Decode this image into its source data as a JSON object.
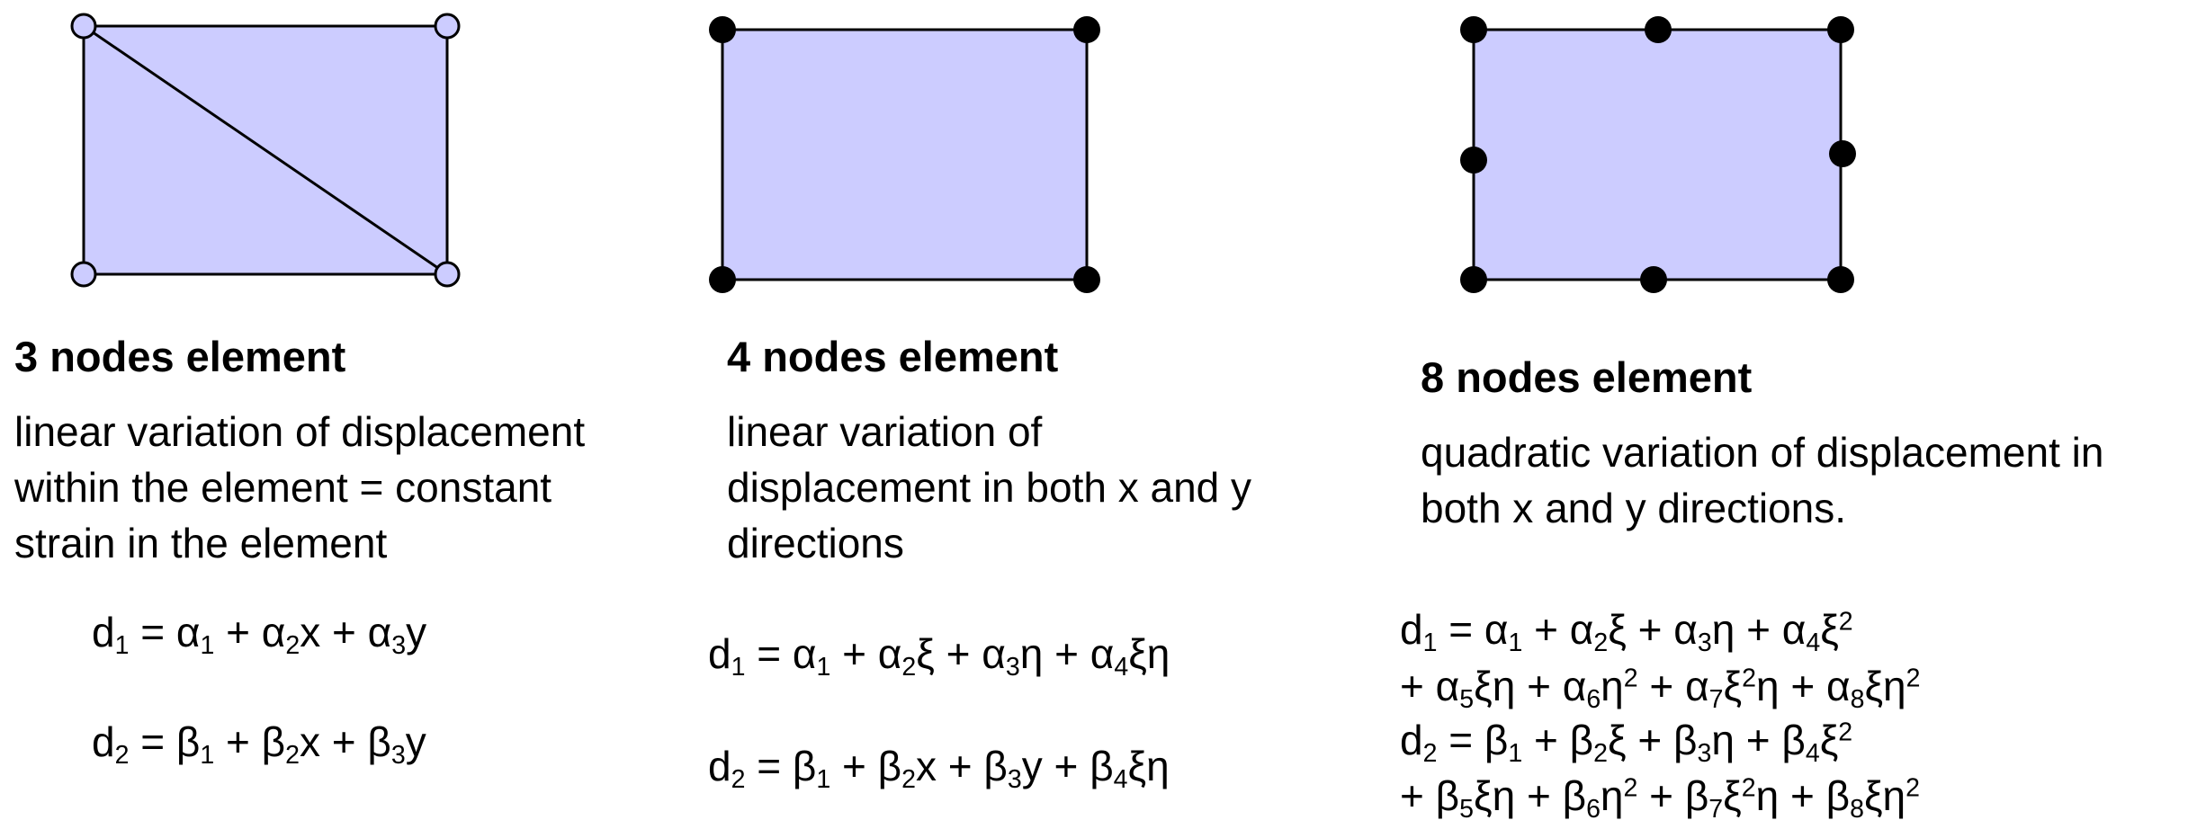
{
  "colors": {
    "fill": "#ccccff",
    "stroke": "#000000",
    "open_node": "#ccccff",
    "solid_node": "#000000"
  },
  "elements": [
    {
      "title": "3 nodes element",
      "description": [
        "linear variation of displacement",
        "within the element = constant",
        "strain in the element"
      ],
      "equations": [
        {
          "parts": [
            [
              "d",
              ""
            ],
            [
              "1",
              "sub"
            ],
            [
              " = ",
              ""
            ],
            [
              "α",
              ""
            ],
            [
              "1",
              "sub"
            ],
            [
              " + ",
              ""
            ],
            [
              "α",
              ""
            ],
            [
              "2",
              "sub"
            ],
            [
              "x + ",
              ""
            ],
            [
              "α",
              ""
            ],
            [
              "3",
              "sub"
            ],
            [
              "y",
              ""
            ]
          ]
        },
        {
          "parts": [
            [
              "d",
              ""
            ],
            [
              "2",
              "sub"
            ],
            [
              " = ",
              ""
            ],
            [
              "β",
              ""
            ],
            [
              "1",
              "sub"
            ],
            [
              " + ",
              ""
            ],
            [
              "β",
              ""
            ],
            [
              "2",
              "sub"
            ],
            [
              "x + ",
              ""
            ],
            [
              "β",
              ""
            ],
            [
              "3",
              "sub"
            ],
            [
              "y",
              ""
            ]
          ]
        }
      ]
    },
    {
      "title": "4 nodes element",
      "description": [
        "linear variation of",
        "displacement in both x and y",
        "directions"
      ],
      "equations": [
        {
          "parts": [
            [
              "d",
              ""
            ],
            [
              "1",
              "sub"
            ],
            [
              " = ",
              ""
            ],
            [
              "α",
              ""
            ],
            [
              "1",
              "sub"
            ],
            [
              " + ",
              ""
            ],
            [
              "α",
              ""
            ],
            [
              "2",
              "sub"
            ],
            [
              "ξ + ",
              ""
            ],
            [
              "α",
              ""
            ],
            [
              "3",
              "sub"
            ],
            [
              "η + ",
              ""
            ],
            [
              "α",
              ""
            ],
            [
              "4",
              "sub"
            ],
            [
              "ξη",
              ""
            ]
          ]
        },
        {
          "parts": [
            [
              "d",
              ""
            ],
            [
              "2",
              "sub"
            ],
            [
              " = ",
              ""
            ],
            [
              "β",
              ""
            ],
            [
              "1",
              "sub"
            ],
            [
              " + ",
              ""
            ],
            [
              "β",
              ""
            ],
            [
              "2",
              "sub"
            ],
            [
              "x + ",
              ""
            ],
            [
              "β",
              ""
            ],
            [
              "3",
              "sub"
            ],
            [
              "y + ",
              ""
            ],
            [
              "β",
              ""
            ],
            [
              "4",
              "sub"
            ],
            [
              "ξη",
              ""
            ]
          ]
        }
      ]
    },
    {
      "title": "8 nodes element",
      "description": [
        "quadratic variation of displacement in",
        "both x and y directions."
      ],
      "equations": [
        {
          "parts": [
            [
              "d",
              ""
            ],
            [
              "1",
              "sub"
            ],
            [
              " = ",
              ""
            ],
            [
              "α",
              ""
            ],
            [
              "1",
              "sub"
            ],
            [
              " + ",
              ""
            ],
            [
              "α",
              ""
            ],
            [
              "2",
              "sub"
            ],
            [
              "ξ + ",
              ""
            ],
            [
              "α",
              ""
            ],
            [
              "3",
              "sub"
            ],
            [
              "η + ",
              ""
            ],
            [
              "α",
              ""
            ],
            [
              "4",
              "sub"
            ],
            [
              "ξ",
              ""
            ],
            [
              "2",
              "sup"
            ]
          ]
        },
        {
          "parts": [
            [
              "+ ",
              ""
            ],
            [
              "α",
              ""
            ],
            [
              "5",
              "sub"
            ],
            [
              "ξη + ",
              ""
            ],
            [
              "α",
              ""
            ],
            [
              "6",
              "sub"
            ],
            [
              "η",
              ""
            ],
            [
              "2",
              "sup"
            ],
            [
              " + ",
              ""
            ],
            [
              "α",
              ""
            ],
            [
              "7",
              "sub"
            ],
            [
              "ξ",
              ""
            ],
            [
              "2",
              "sup"
            ],
            [
              "η + ",
              ""
            ],
            [
              "α",
              ""
            ],
            [
              "8",
              "sub"
            ],
            [
              "ξη",
              ""
            ],
            [
              "2",
              "sup"
            ]
          ]
        },
        {
          "parts": [
            [
              "d",
              ""
            ],
            [
              "2",
              "sub"
            ],
            [
              " = ",
              ""
            ],
            [
              "β",
              ""
            ],
            [
              "1",
              "sub"
            ],
            [
              " + ",
              ""
            ],
            [
              "β",
              ""
            ],
            [
              "2",
              "sub"
            ],
            [
              "ξ + ",
              ""
            ],
            [
              "β",
              ""
            ],
            [
              "3",
              "sub"
            ],
            [
              "η + ",
              ""
            ],
            [
              "β",
              ""
            ],
            [
              "4",
              "sub"
            ],
            [
              "ξ",
              ""
            ],
            [
              "2",
              "sup"
            ]
          ]
        },
        {
          "parts": [
            [
              "+ ",
              ""
            ],
            [
              "β",
              ""
            ],
            [
              "5",
              "sub"
            ],
            [
              "ξη + ",
              ""
            ],
            [
              "β",
              ""
            ],
            [
              "6",
              "sub"
            ],
            [
              "η",
              ""
            ],
            [
              "2",
              "sup"
            ],
            [
              " + ",
              ""
            ],
            [
              "β",
              ""
            ],
            [
              "7",
              "sub"
            ],
            [
              "ξ",
              ""
            ],
            [
              "2",
              "sup"
            ],
            [
              "η + ",
              ""
            ],
            [
              "β",
              ""
            ],
            [
              "8",
              "sub"
            ],
            [
              "ξη",
              ""
            ],
            [
              "2",
              "sup"
            ]
          ]
        }
      ]
    }
  ]
}
